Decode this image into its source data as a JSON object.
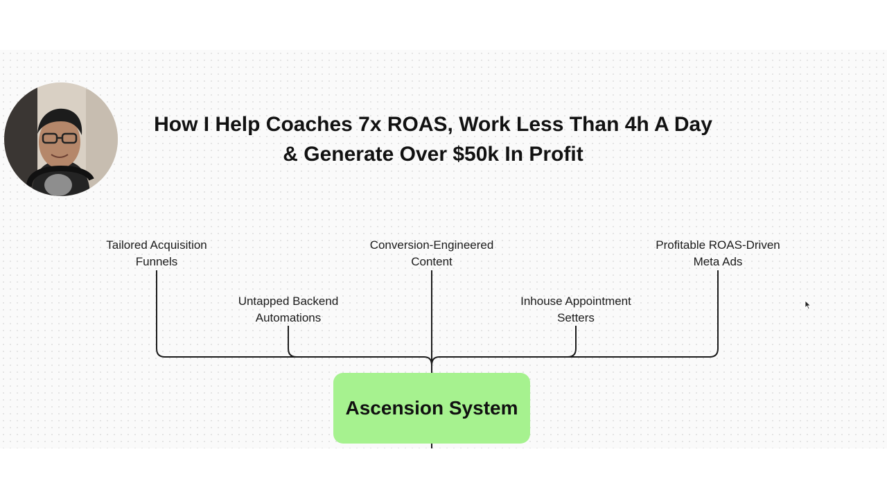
{
  "title": {
    "line1": "How I Help Coaches 7x ROAS, Work Less Than 4h A Day",
    "line2": "& Generate Over $50k In Profit"
  },
  "diagram": {
    "hub": "Ascension System",
    "branches": [
      {
        "id": "acquisition",
        "line1": "Tailored Acquisition",
        "line2": "Funnels"
      },
      {
        "id": "backend",
        "line1": "Untapped Backend",
        "line2": "Automations"
      },
      {
        "id": "content",
        "line1": "Conversion-Engineered",
        "line2": "Content"
      },
      {
        "id": "setters",
        "line1": "Inhouse Appointment",
        "line2": "Setters"
      },
      {
        "id": "ads",
        "line1": "Profitable ROAS-Driven",
        "line2": "Meta Ads"
      }
    ]
  },
  "colors": {
    "hub_fill": "#a6f28f",
    "line": "#1a1a1a",
    "canvas": "#fafafa"
  },
  "icons": {
    "presenter": "webcam-presenter-avatar",
    "cursor": "mouse-cursor-icon"
  }
}
